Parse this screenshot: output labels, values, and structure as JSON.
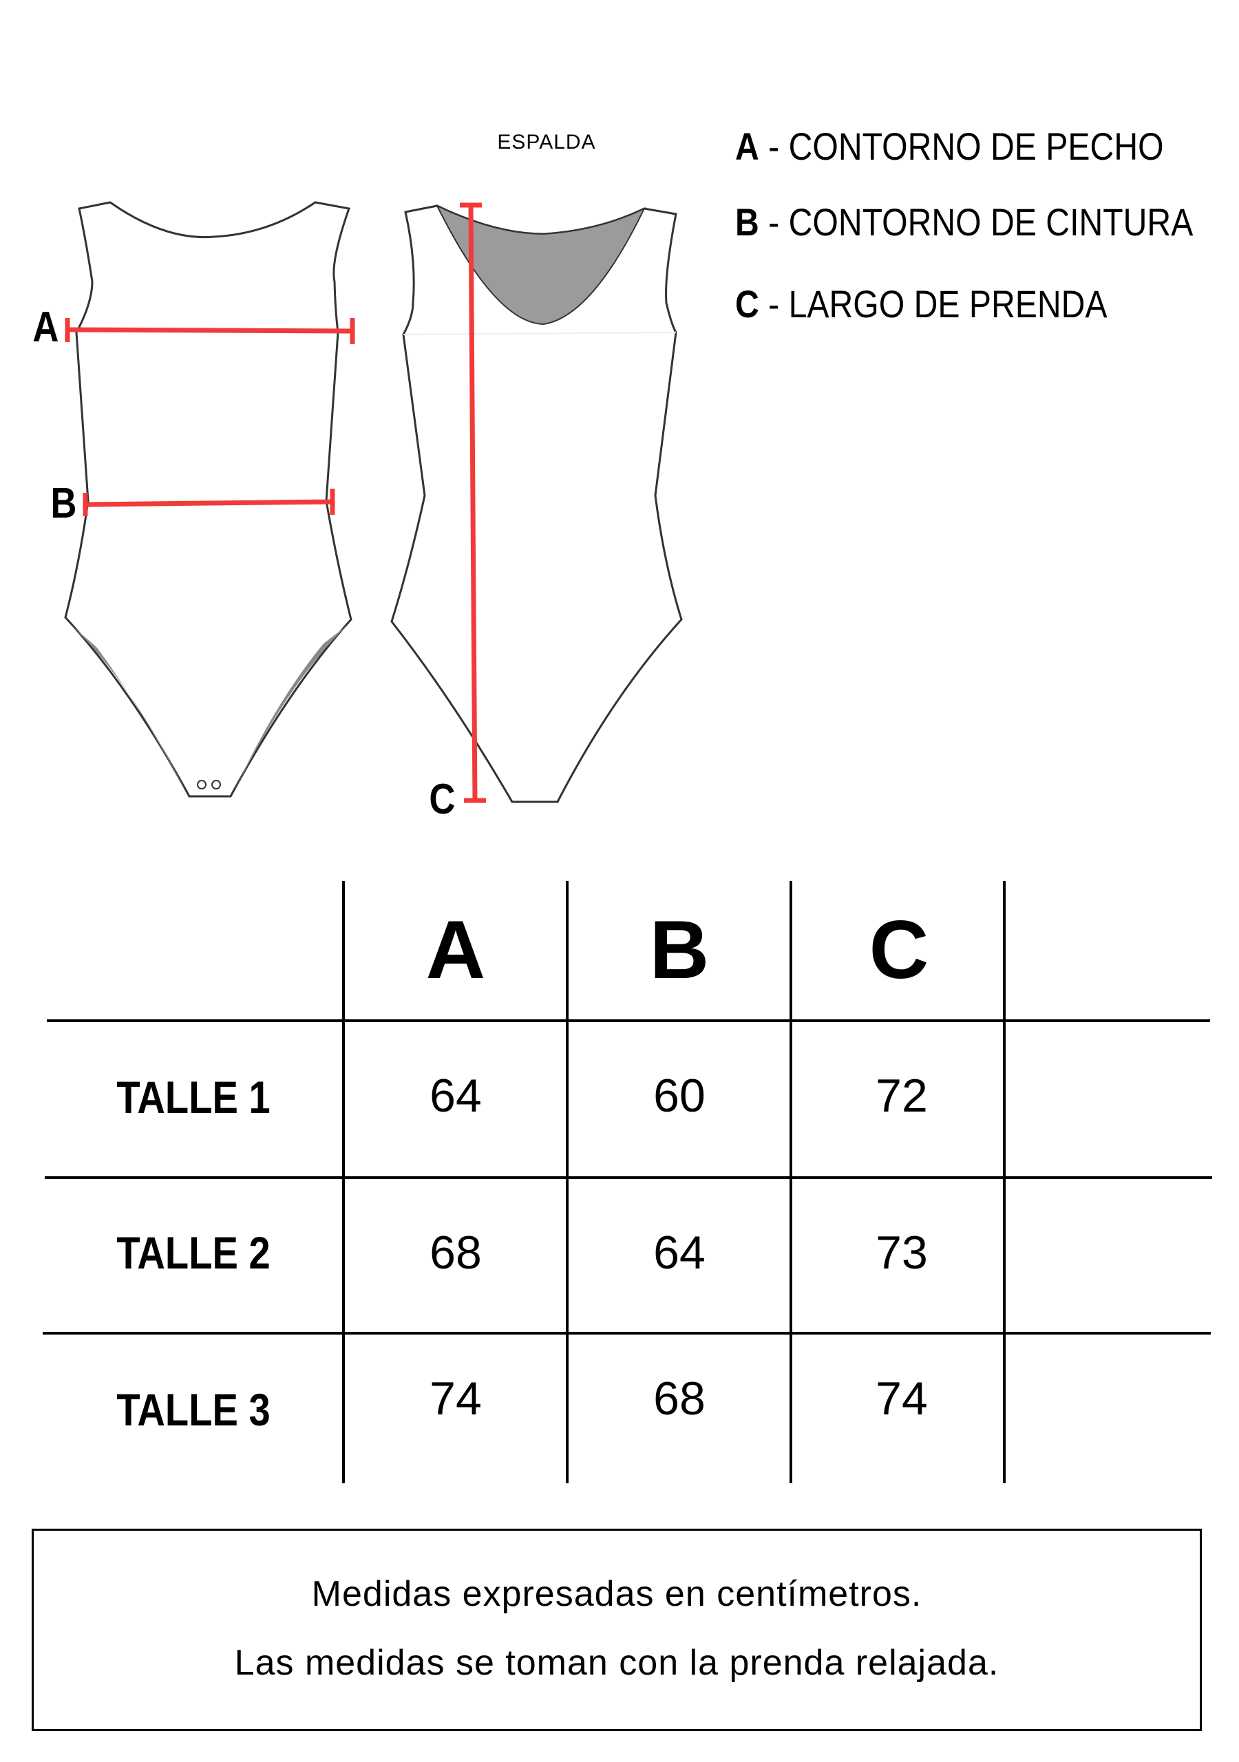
{
  "diagram": {
    "back_view_label": "ESPALDA",
    "markers": {
      "a": "A",
      "b": "B",
      "c": "C"
    },
    "accent_color": "#f23a3a"
  },
  "legend": [
    {
      "key": "A",
      "text": " - CONTORNO DE PECHO"
    },
    {
      "key": "B",
      "text": " - CONTORNO DE CINTURA"
    },
    {
      "key": "C",
      "text": " - LARGO DE PRENDA"
    }
  ],
  "table": {
    "headers": [
      "A",
      "B",
      "C"
    ],
    "rows": [
      {
        "label": "TALLE 1",
        "values": [
          "64",
          "60",
          "72"
        ]
      },
      {
        "label": "TALLE 2",
        "values": [
          "68",
          "64",
          "73"
        ]
      },
      {
        "label": "TALLE 3",
        "values": [
          "74",
          "68",
          "74"
        ]
      }
    ]
  },
  "note": {
    "line1": "Medidas expresadas en centímetros.",
    "line2": "Las medidas se toman con la prenda relajada."
  }
}
